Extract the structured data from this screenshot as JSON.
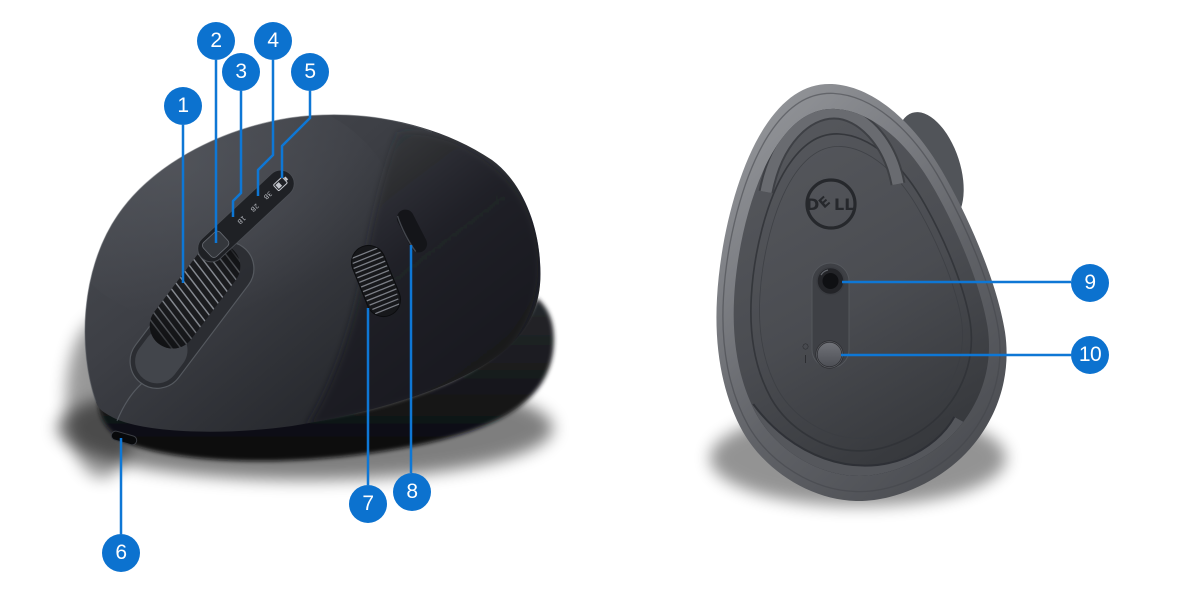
{
  "figure": {
    "description": "Dell wireless mouse product features diagram, top-side view and bottom view with numbered callouts",
    "background_color": "#ffffff",
    "accent_blue": "#0C72CF",
    "line_blue": "#0E77D5"
  },
  "callouts": [
    {
      "number": "1",
      "target": "scroll-wheel"
    },
    {
      "number": "2",
      "target": "connection-mode-button"
    },
    {
      "number": "3",
      "target": "connection-mode-indicator-1"
    },
    {
      "number": "4",
      "target": "connection-mode-indicator-3"
    },
    {
      "number": "5",
      "target": "battery-status-indicator"
    },
    {
      "number": "6",
      "target": "charging-port"
    },
    {
      "number": "7",
      "target": "side-scroll-wheel"
    },
    {
      "number": "8",
      "target": "side-button"
    },
    {
      "number": "9",
      "target": "optical-sensor"
    },
    {
      "number": "10",
      "target": "power-switch"
    }
  ],
  "top_view": {
    "indicator_strip": {
      "mode_labels": [
        "1B",
        "2B",
        "3B"
      ],
      "battery_icon": "battery-icon"
    }
  },
  "bottom_view": {
    "logo_text": "DELL",
    "logo_letters": [
      "D",
      "E",
      "LL"
    ],
    "power_markings": {
      "off": "○",
      "on": "|"
    }
  }
}
